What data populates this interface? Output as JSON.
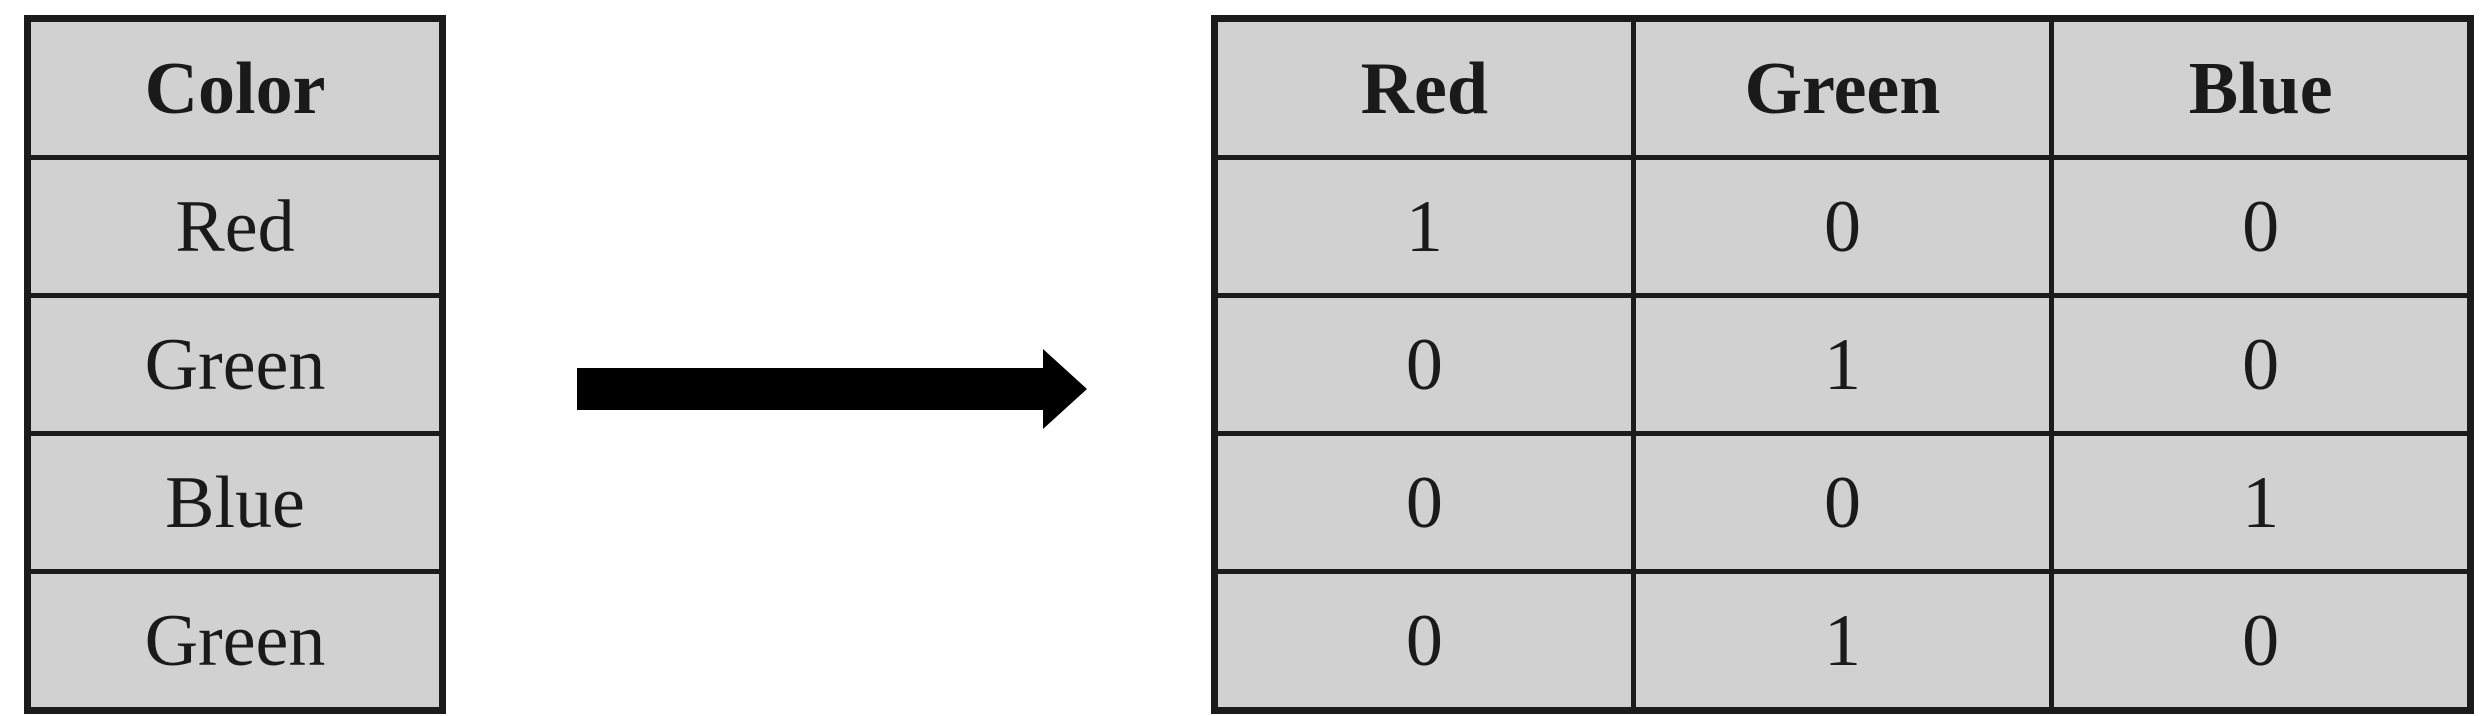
{
  "diagram": {
    "background_color": "#ffffff",
    "cell_background": "#d2d1d1",
    "border_color": "#1b1b1b",
    "text_color": "#1a1a1a"
  },
  "source_table": {
    "header": "Color",
    "rows": [
      "Red",
      "Green",
      "Blue",
      "Green"
    ]
  },
  "arrow": {
    "icon": "right-arrow",
    "color": "#000000"
  },
  "encoded_table": {
    "headers": [
      "Red",
      "Green",
      "Blue"
    ],
    "rows": [
      [
        "1",
        "0",
        "0"
      ],
      [
        "0",
        "1",
        "0"
      ],
      [
        "0",
        "0",
        "1"
      ],
      [
        "0",
        "1",
        "0"
      ]
    ]
  }
}
